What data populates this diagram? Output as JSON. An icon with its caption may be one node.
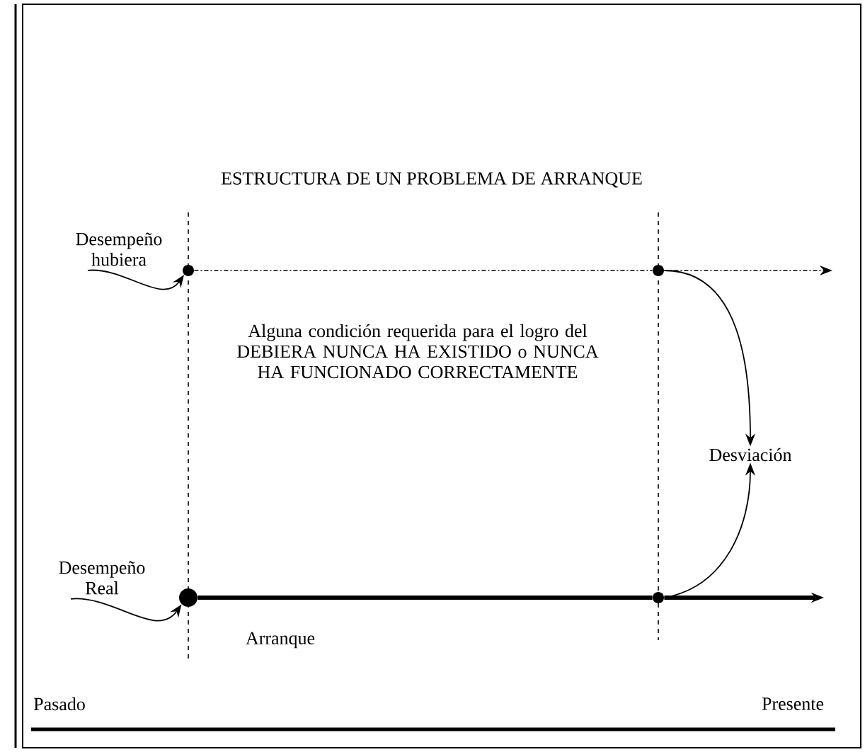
{
  "diagram": {
    "title": "ESTRUCTURA DE UN PROBLEMA DE ARRANQUE",
    "nodes": [
      {
        "text": [
          "Desempeño hubiera"
        ]
      },
      {
        "text": [
          "Desempeño Real"
        ]
      },
      {
        "text": [
          "Desviación"
        ]
      },
      {
        "text": [],
        "shape": "circle"
      },
      {
        "text": [],
        "shape": "circle"
      },
      {
        "text": [],
        "shape": "circle"
      },
      {
        "text": [],
        "shape": "circle"
      }
    ],
    "edges": [
      {
        "from": 3,
        "to": 4,
        "arrow": "none",
        "style": "dashed"
      },
      {
        "from": 4,
        "to": null,
        "arrow": "to",
        "style": "dashed"
      },
      {
        "from": 5,
        "to": 6,
        "arrow": "none",
        "style": "thick"
      },
      {
        "from": 6,
        "to": null,
        "arrow": "to",
        "style": "thick"
      },
      {
        "from": 4,
        "to": 2,
        "arrow": "to"
      },
      {
        "from": 6,
        "to": 2,
        "arrow": "to"
      },
      {
        "from": 0,
        "to": 3,
        "arrow": "to"
      },
      {
        "from": 1,
        "to": 5,
        "arrow": "to"
      }
    ],
    "labels": [
      "Alguna condición requerida para el logro del DEBIERA NUNCA HA EXISTIDO o NUNCA HA FUNCIONADO CORRECTAMENTE",
      "Arranque",
      "Pasado",
      "Presente"
    ]
  }
}
